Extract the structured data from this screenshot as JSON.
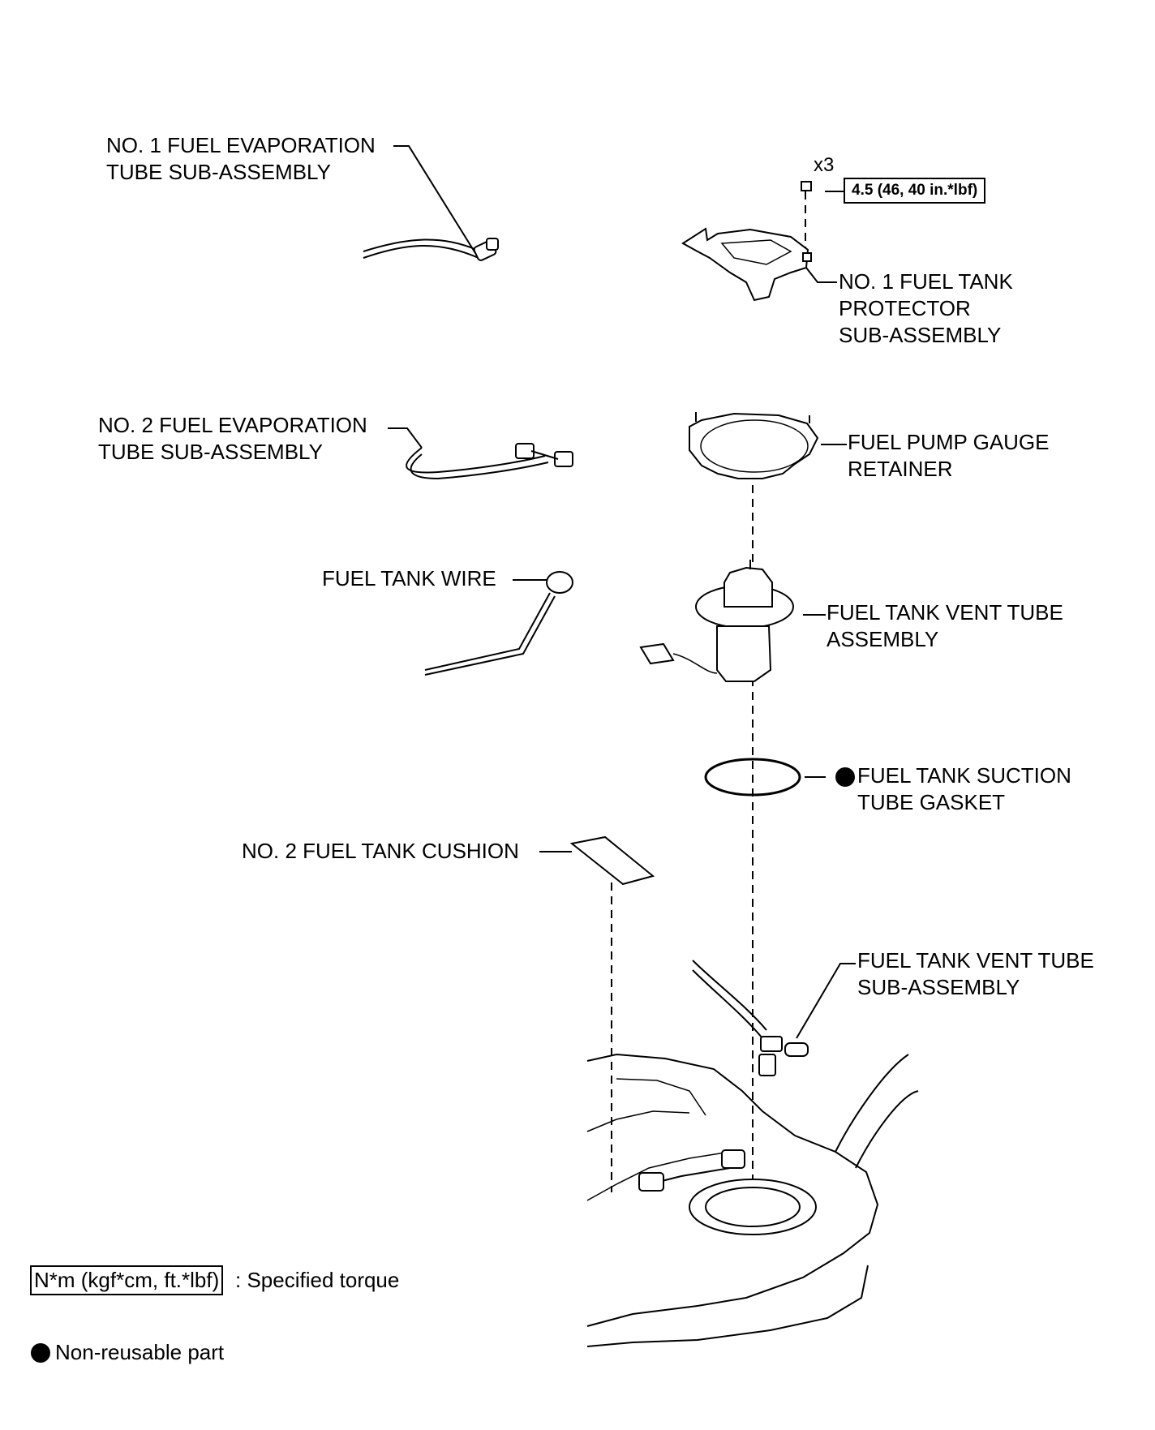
{
  "labels": {
    "evap_tube_1": "NO. 1 FUEL EVAPORATION\nTUBE SUB-ASSEMBLY",
    "protector": "NO. 1 FUEL TANK\nPROTECTOR\nSUB-ASSEMBLY",
    "evap_tube_2": "NO. 2 FUEL EVAPORATION\nTUBE SUB-ASSEMBLY",
    "retainer": "FUEL PUMP GAUGE\nRETAINER",
    "wire": "FUEL TANK WIRE",
    "vent_tube_assy": "FUEL TANK VENT TUBE\nASSEMBLY",
    "gasket": "FUEL TANK SUCTION\nTUBE GASKET",
    "cushion": "NO. 2 FUEL TANK CUSHION",
    "vent_tube_sub": "FUEL TANK VENT TUBE\nSUB-ASSEMBLY"
  },
  "fastener": {
    "quantity": "x3",
    "torque": "4.5 (46, 40 in.*lbf)"
  },
  "legend": {
    "torque_units": "N*m (kgf*cm, ft.*lbf)",
    "torque_text": ": Specified torque",
    "nonreusable_text": "Non-reusable part"
  }
}
